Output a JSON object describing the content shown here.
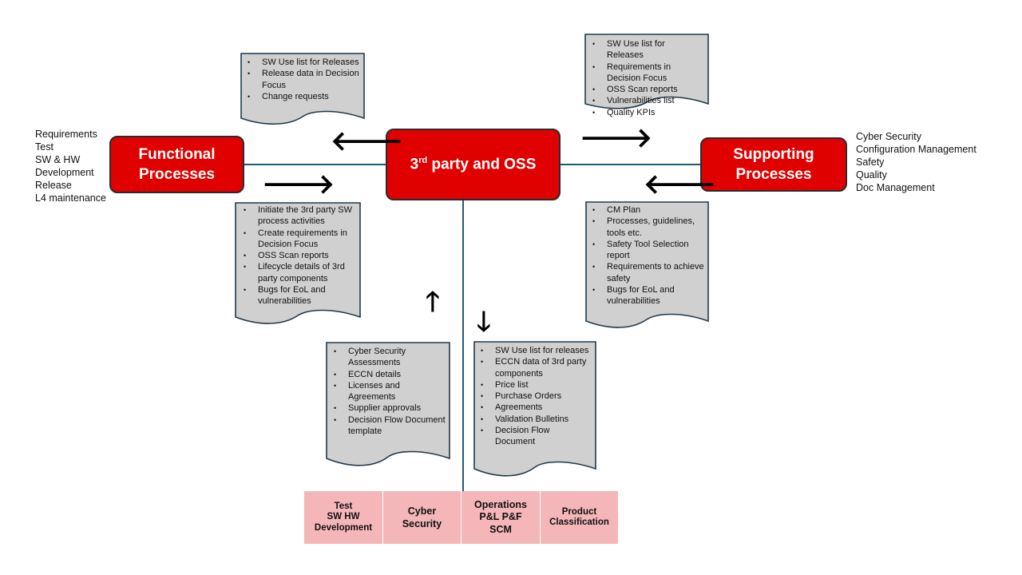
{
  "functional": {
    "title_line1": "Functional",
    "title_line2": "Processes",
    "activities": [
      "Requirements",
      "Test",
      "SW & HW",
      "Development",
      "Release",
      "L4 maintenance"
    ]
  },
  "center": {
    "title_base": "3",
    "title_sup": "rd",
    "title_rest": " party and OSS"
  },
  "supporting": {
    "title_line1": "Supporting",
    "title_line2": "Processes",
    "activities": [
      "Cyber Security",
      "Configuration Management",
      "Safety",
      "Quality",
      "Doc Management"
    ]
  },
  "docs": {
    "functional_out": [
      "SW Use list for Releases",
      "Release data in Decision Focus",
      "Change requests"
    ],
    "functional_in": [
      "Initiate the 3rd party SW process activities",
      "Create requirements in Decision Focus",
      "OSS Scan reports",
      "Lifecycle details of 3rd party components",
      "Bugs for EoL and vulnerabilities"
    ],
    "supporting_out": [
      "SW Use list for Releases",
      "Requirements in Decision Focus",
      "OSS Scan reports",
      "Vulnerabilities list",
      "Quality KPIs"
    ],
    "supporting_in": [
      "CM Plan",
      "Processes, guidelines, tools etc.",
      "Safety Tool Selection report",
      "Requirements to achieve safety",
      "Bugs for EoL and vulnerabilities"
    ],
    "bottom_in": [
      "Cyber Security Assessments",
      "ECCN details",
      "Licenses and Agreements",
      "Supplier approvals",
      "Decision Flow Document template"
    ],
    "bottom_out": [
      "SW Use list for releases",
      "ECCN data of 3rd party components",
      "Price list",
      "Purchase  Orders",
      "Agreements",
      "Validation Bulletins",
      "Decision Flow Document"
    ]
  },
  "bottom_boxes": [
    {
      "line1": "Test",
      "line2": "SW HW",
      "line3": "Development"
    },
    {
      "line1": "Cyber",
      "line2": "Security",
      "line3": ""
    },
    {
      "line1": "Operations",
      "line2": "P&L P&F",
      "line3": "SCM"
    },
    {
      "line1": "Product",
      "line2": "Classification",
      "line3": ""
    }
  ],
  "arrows": {
    "left_up": "🡐",
    "left_down": "🡒",
    "right_up": "🡒",
    "right_down": "🡐",
    "bottom_up": "🡑",
    "bottom_down": "🡓"
  },
  "colors": {
    "process_red": "#e00000",
    "doc_gray": "#d0d0d0",
    "connector_blue": "#1f5c7a",
    "bottom_pink": "#f4b6b9"
  }
}
